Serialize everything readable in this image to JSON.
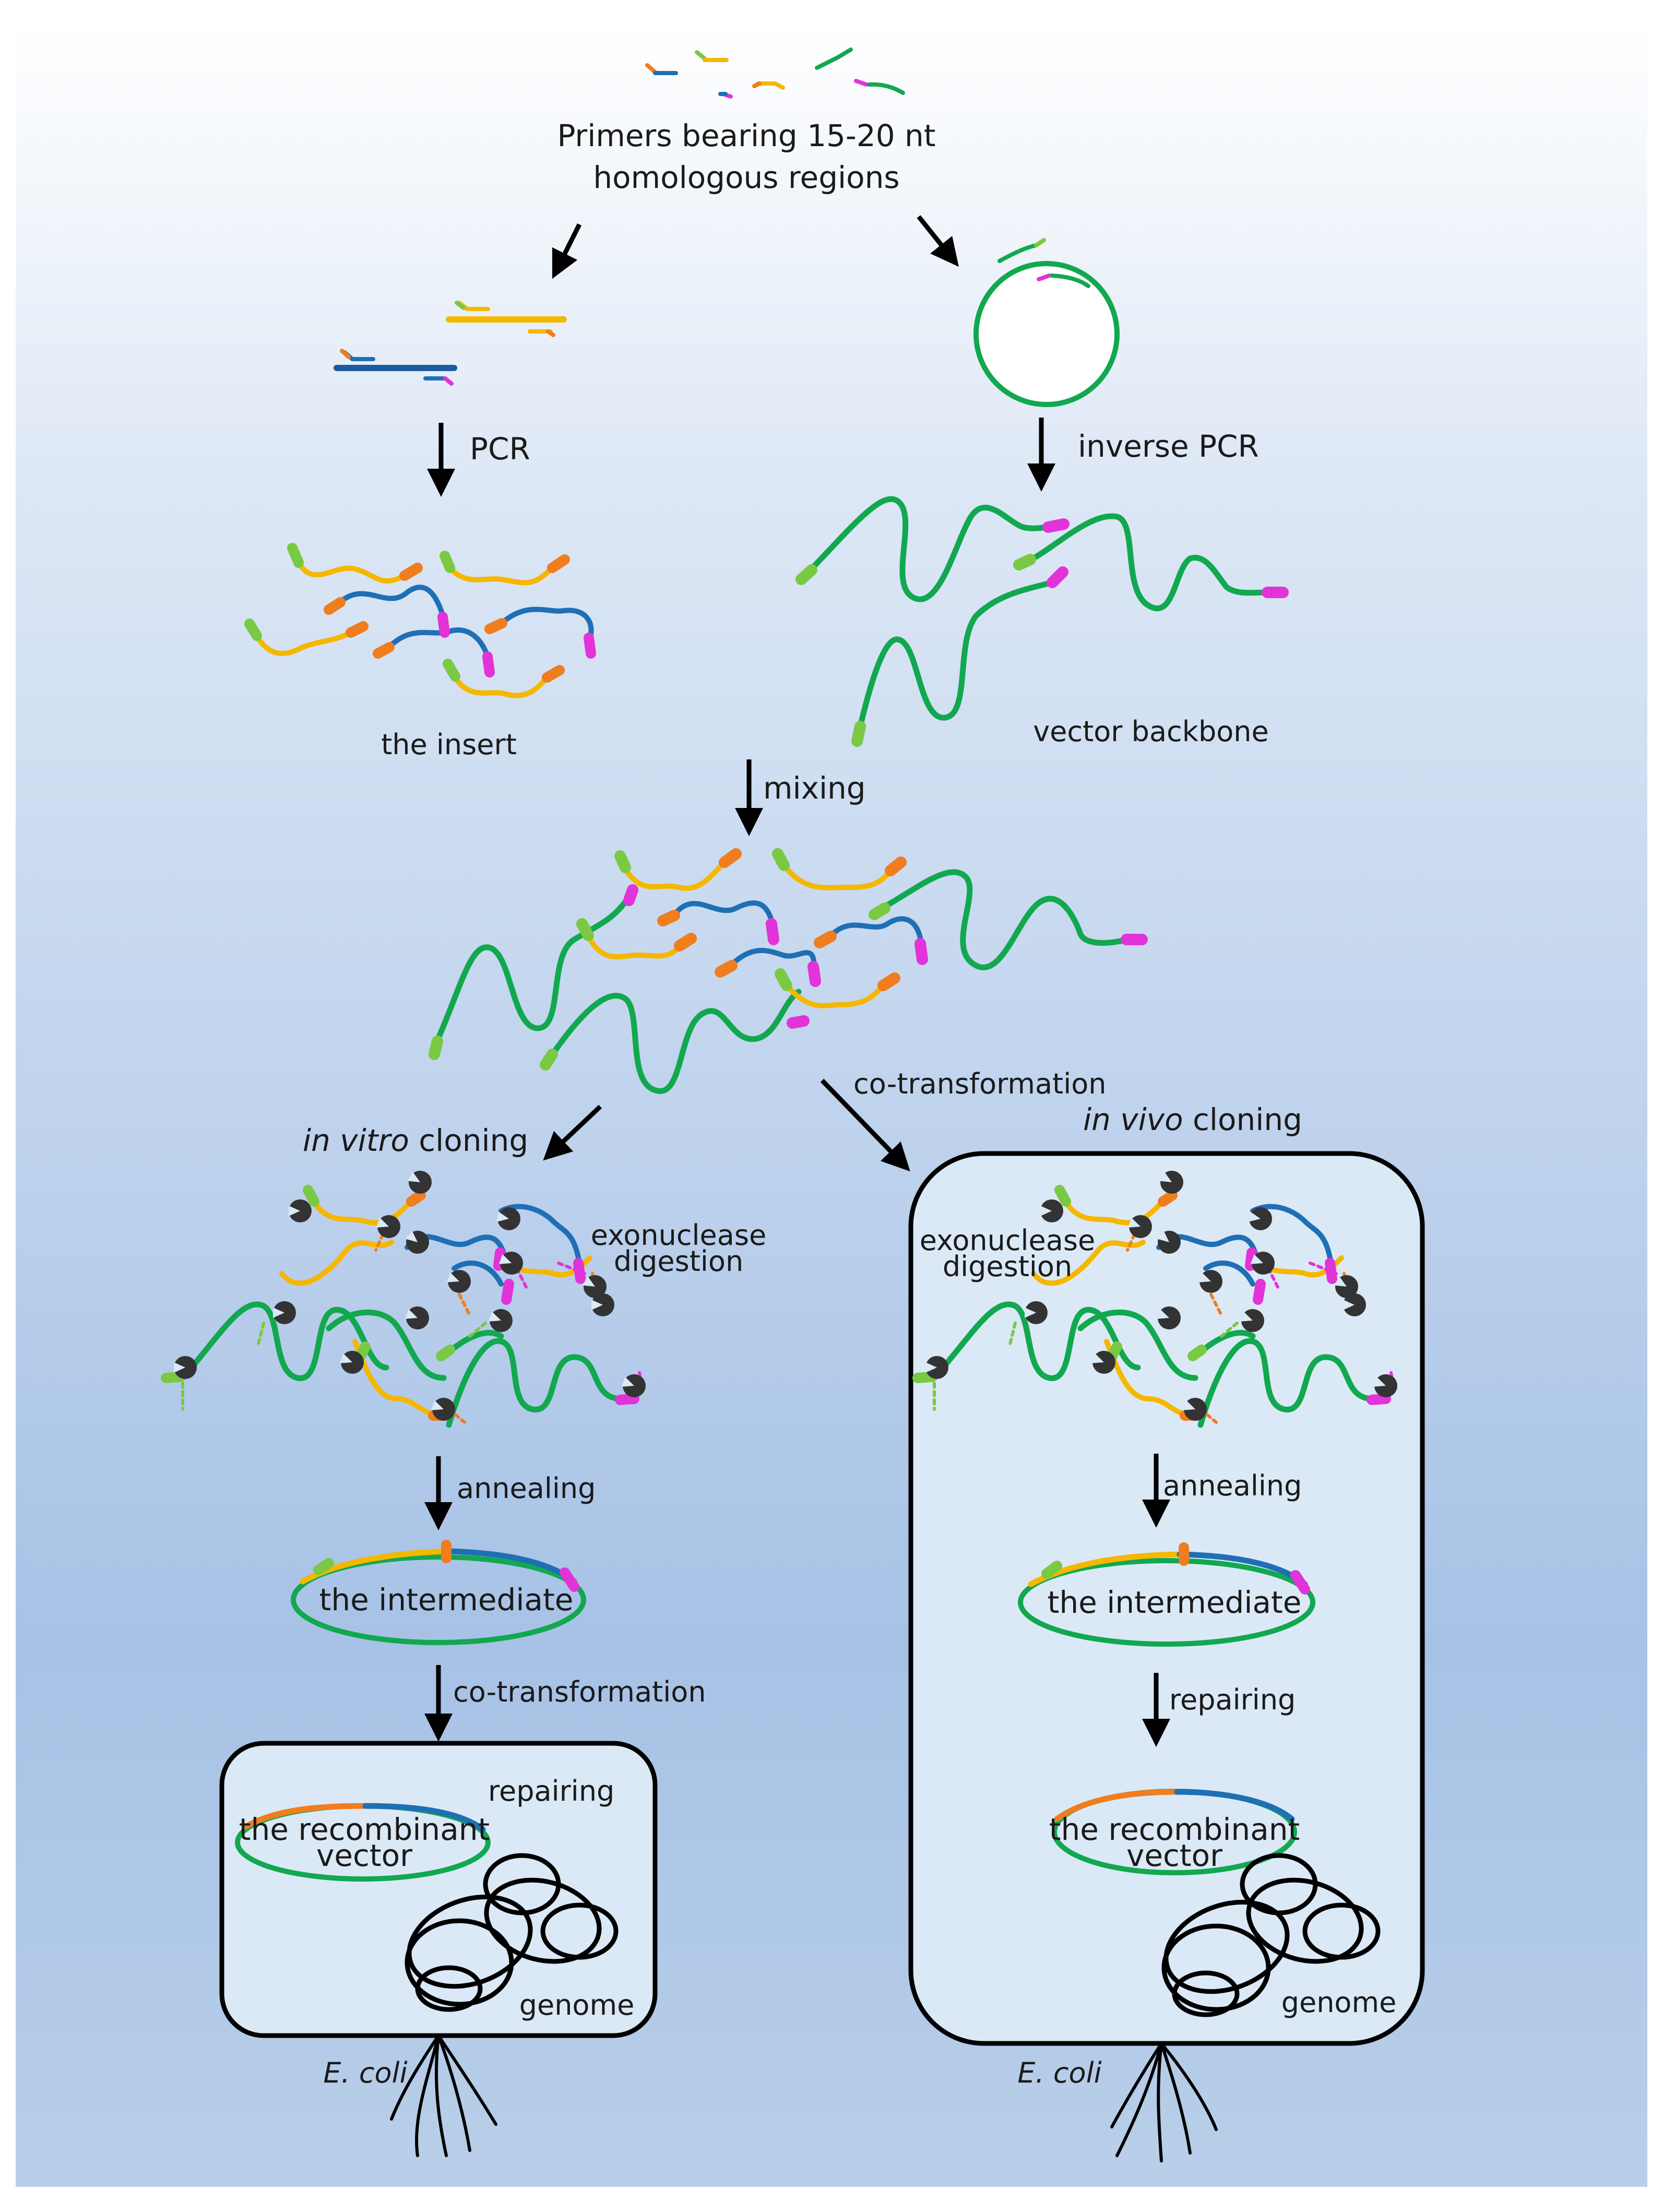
{
  "labels": {
    "primers_line1": "Primers bearing 15-20 nt",
    "primers_line2": "homologous  regions",
    "pcr": "PCR",
    "inverse_pcr": "inverse PCR",
    "the_insert": "the insert",
    "vector_backbone": "vector backbone",
    "mixing": "mixing",
    "co_transformation_top": "co-transformation",
    "in_vitro_em": "in vitro",
    "in_vitro_rest": " cloning",
    "in_vivo_em": "in vivo",
    "in_vivo_rest": " cloning",
    "exonuclease_line1": "exonuclease",
    "exonuclease_line2": "digestion",
    "annealing": "annealing",
    "the_intermediate": "the intermediate",
    "co_transformation_left": "co-transformation",
    "repairing": "repairing",
    "recombinant_line1": "the recombinant",
    "recombinant_line2": "vector",
    "genome": "genome",
    "e_coli": "E. coli"
  },
  "colors": {
    "background_top": "#ffffff",
    "background_bottom": "#a7c2e6",
    "cell_fill": "#dbe9f6",
    "vector_green": "#11a84f",
    "insert_yellow": "#f5b700",
    "insert_blue": "#1f6fb5",
    "overlap_orange": "#f07d1e",
    "overlap_magenta": "#e233d9",
    "overlap_lightgreen": "#7ac943",
    "exonuclease": "#333333",
    "outline": "#000000"
  }
}
